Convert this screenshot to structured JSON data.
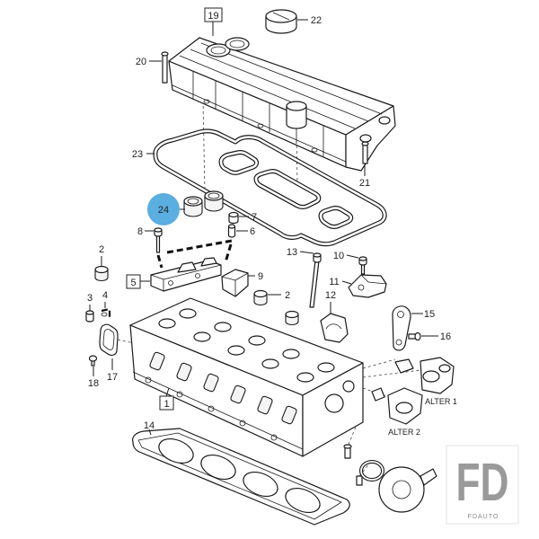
{
  "diagram": {
    "callouts": [
      "19",
      "22",
      "20",
      "23",
      "21",
      "24",
      "7",
      "8",
      "6",
      "2",
      "13",
      "10",
      "5",
      "9",
      "11",
      "3",
      "4",
      "2",
      "12",
      "15",
      "16",
      "18",
      "17",
      "1",
      "14"
    ],
    "variants": [
      "ALTER 1",
      "ALTER 2"
    ],
    "highlight_color": "#5aaee0",
    "line_color": "#1a1a1a"
  },
  "watermark": {
    "logo": "FD",
    "brand": "FDAUTO"
  }
}
